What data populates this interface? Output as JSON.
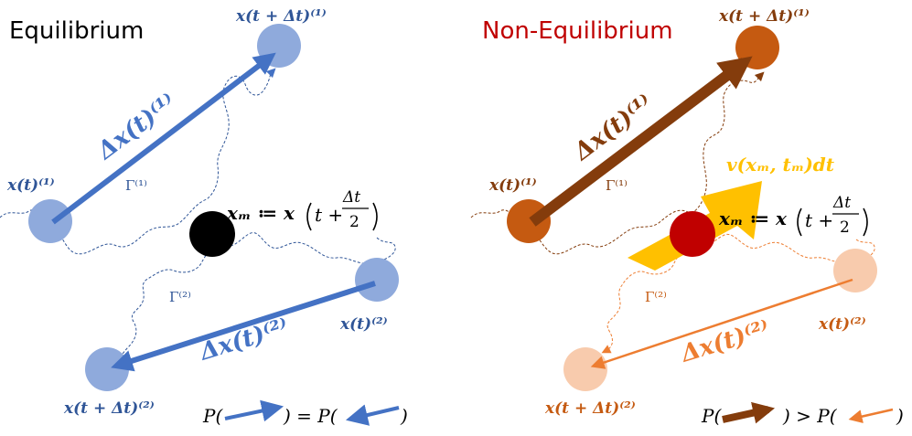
{
  "left_panel": {
    "title": "Equilibrium",
    "colors": {
      "particle": "#8faadc",
      "arrow": "#4472c4",
      "mid": "#000000",
      "label": "#2f5597",
      "title": "#000000"
    },
    "x_t1_label": "x(t)⁽¹⁾",
    "x_tdt1_label": "x(t + Δt)⁽¹⁾",
    "dx1_label": "Δx(t)⁽¹⁾",
    "gamma1_label": "Γ⁽¹⁾",
    "x_t2_label": "x(t)⁽²⁾",
    "x_tdt2_label": "x(t + Δt)⁽²⁾",
    "dx2_label": "Δx(t)⁽²⁾",
    "gamma2_label": "Γ⁽²⁾",
    "xm_lhs": "xₘ ≔ x",
    "xm_t": "t +",
    "xm_num": "Δt",
    "xm_den": "2",
    "prob_p1": "P(",
    "prob_mid": ") = P(",
    "prob_end": ")"
  },
  "right_panel": {
    "title": "Non-Equilibrium",
    "colors": {
      "particle1": "#c55a11",
      "particle2": "#f8cbad",
      "arrow1": "#843c0c",
      "arrow2": "#ed7d31",
      "mid": "#c00000",
      "drift": "#ffc000",
      "label": "#c55a11",
      "title": "#c00000"
    },
    "x_t1_label": "x(t)⁽¹⁾",
    "x_tdt1_label": "x(t + Δt)⁽¹⁾",
    "dx1_label": "Δx(t)⁽¹⁾",
    "gamma1_label": "Γ⁽¹⁾",
    "x_t2_label": "x(t)⁽²⁾",
    "x_tdt2_label": "x(t + Δt)⁽²⁾",
    "dx2_label": "Δx(t)⁽²⁾",
    "gamma2_label": "Γ⁽²⁾",
    "drift_label": "v(xₘ, tₘ)dt",
    "xm_lhs": "xₘ ≔ x",
    "xm_t": "t +",
    "xm_num": "Δt",
    "xm_den": "2",
    "prob_p1": "P(",
    "prob_mid": ") > P(",
    "prob_end": ")"
  }
}
